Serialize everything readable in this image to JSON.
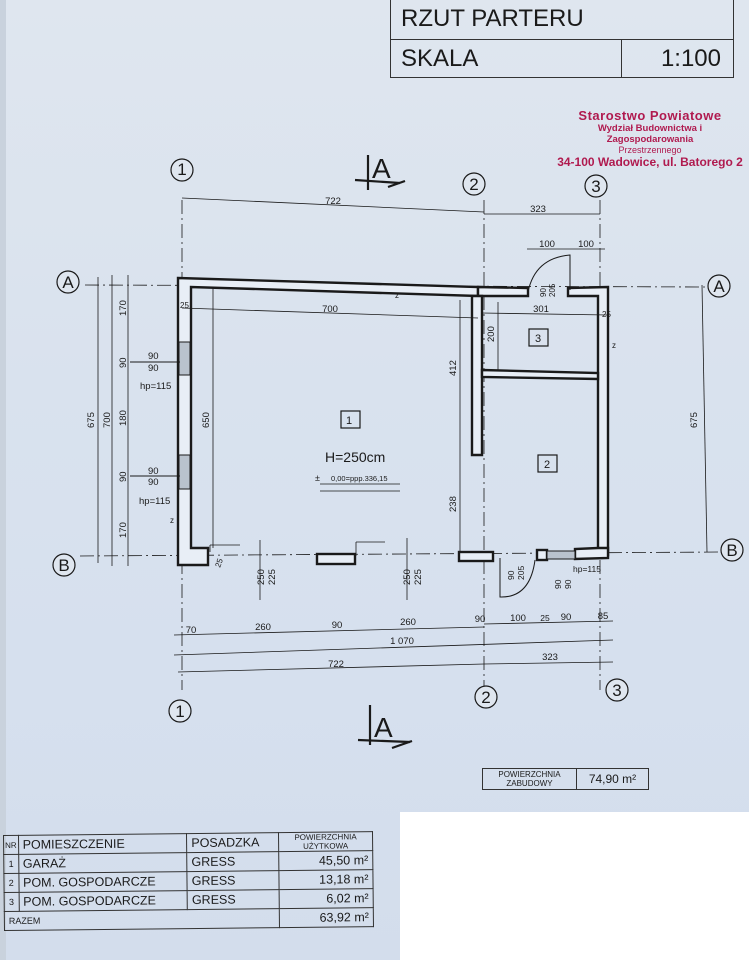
{
  "title_block": {
    "title": "RZUT PARTERU",
    "scale_label": "SKALA",
    "scale_value": "1:100"
  },
  "stamp": {
    "line1": "Starostwo Powiatowe",
    "line2": "Wydział Budownictwa i Zagospodarowania",
    "line3": "Przestrzennego",
    "line4": "34-100 Wadowice, ul. Batorego 2",
    "color": "#b01a4f"
  },
  "axes": {
    "vertical": [
      "1",
      "2",
      "3"
    ],
    "horizontal": [
      "A",
      "B"
    ],
    "section_mark": "A"
  },
  "dimensions": {
    "top_overall": [
      "722",
      "323"
    ],
    "top_door": [
      "100",
      "100"
    ],
    "door_top": [
      "90",
      "205"
    ],
    "wall_thickness": "25",
    "interior_width_room1": "700",
    "interior_width_room3": "301",
    "room3_depth": "200",
    "partition_412": "412",
    "partition_238": "238",
    "room1_interior_height": "650",
    "left_chain": [
      "170",
      "90",
      "180",
      "90",
      "170"
    ],
    "left_totals": [
      "675",
      "700"
    ],
    "right_total": "675",
    "window_left": {
      "w": "90",
      "h": "90",
      "sill": "hp=115"
    },
    "window_bottom_right": {
      "w": "90",
      "h": "90",
      "sill": "hp=115"
    },
    "bottom_openings": [
      [
        "250",
        "225"
      ],
      [
        "250",
        "225"
      ]
    ],
    "door_bottom": [
      "90",
      "205"
    ],
    "bottom_chain": [
      "70",
      "260",
      "90",
      "260",
      "90",
      "100",
      "25",
      "90",
      "85"
    ],
    "bottom_total": "1 070",
    "bottom_overall": [
      "722",
      "323"
    ]
  },
  "room_labels": {
    "room1_number": "1",
    "room2_number": "2",
    "room3_number": "3",
    "height": "H=250cm",
    "level": "0,00=ppp.336,15",
    "level_symbol": "±",
    "chimney_mark": "z"
  },
  "built_area": {
    "label_line1": "POWIERZCHNIA",
    "label_line2": "ZABUDOWY",
    "value": "74,90 m²"
  },
  "room_table": {
    "headers": {
      "nr": "NR",
      "room": "POMIESZCZENIE",
      "floor": "POSADZKA",
      "area_line1": "POWIERZCHNIA",
      "area_line2": "UŻYTKOWA"
    },
    "rows": [
      {
        "nr": "1",
        "room": "GARAŻ",
        "floor": "GRESS",
        "area": "45,50 m²"
      },
      {
        "nr": "2",
        "room": "POM. GOSPODARCZE",
        "floor": "GRESS",
        "area": "13,18 m²"
      },
      {
        "nr": "3",
        "room": "POM. GOSPODARCZE",
        "floor": "GRESS",
        "area": "6,02 m²"
      }
    ],
    "total_label": "RAZEM",
    "total_area": "63,92 m²"
  }
}
